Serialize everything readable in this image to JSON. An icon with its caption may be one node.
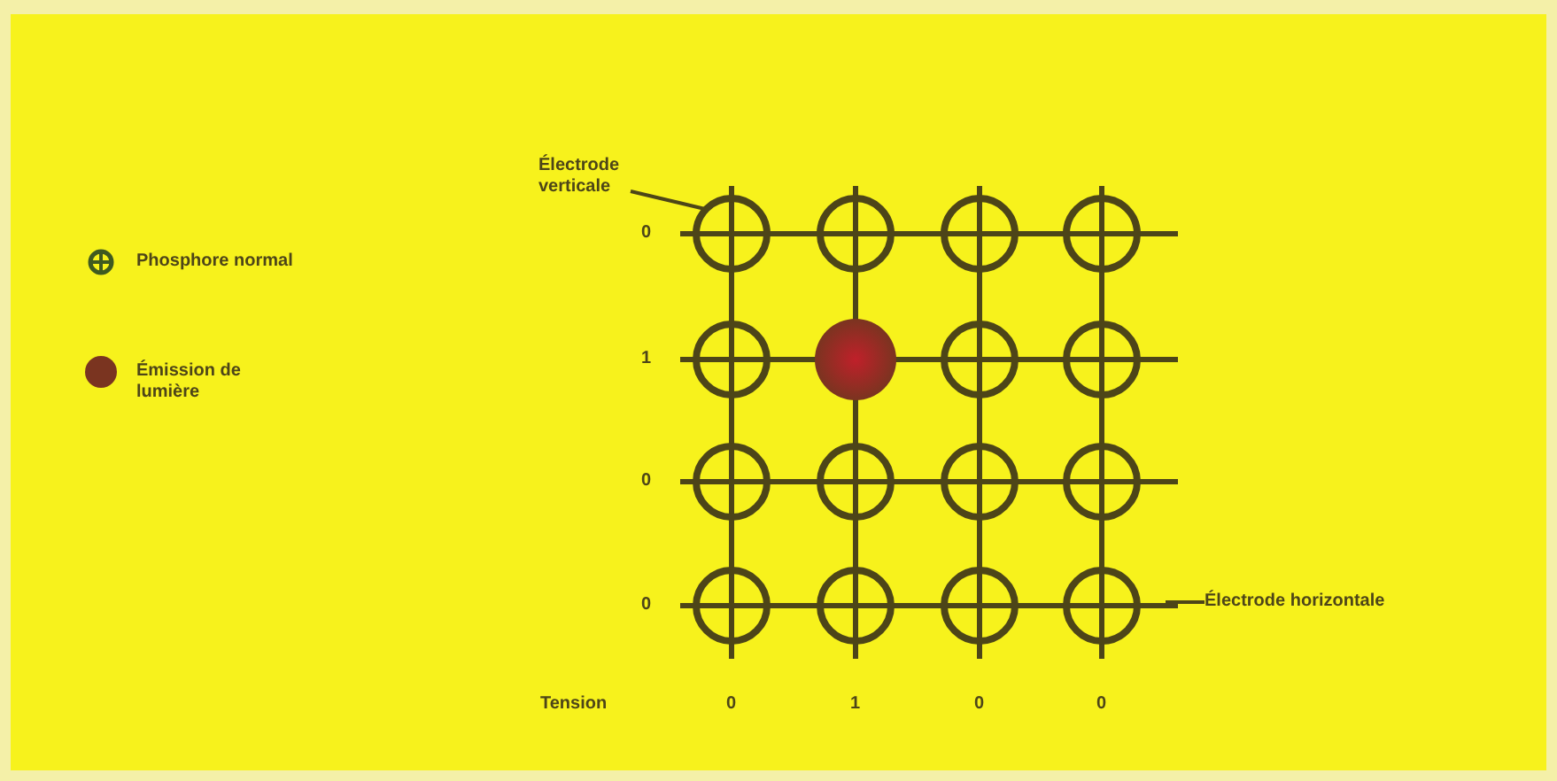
{
  "diagram": {
    "nodes": [
      {
        "text": [
          "Électrode verticale"
        ]
      },
      {
        "text": [
          "Électrode horizontale"
        ]
      }
    ],
    "edges": [
      {
        "from": 0,
        "to": null,
        "arrow": "none"
      },
      {
        "from": 1,
        "to": null,
        "arrow": "none"
      }
    ],
    "labels": [
      "0",
      "1",
      "0",
      "0",
      "Tension",
      "0",
      "1",
      "0",
      "0"
    ],
    "legend": [
      {
        "text": "Phosphore normal"
      },
      {
        "text": "Émission de lumière",
        "color": "#7a3420"
      }
    ]
  }
}
